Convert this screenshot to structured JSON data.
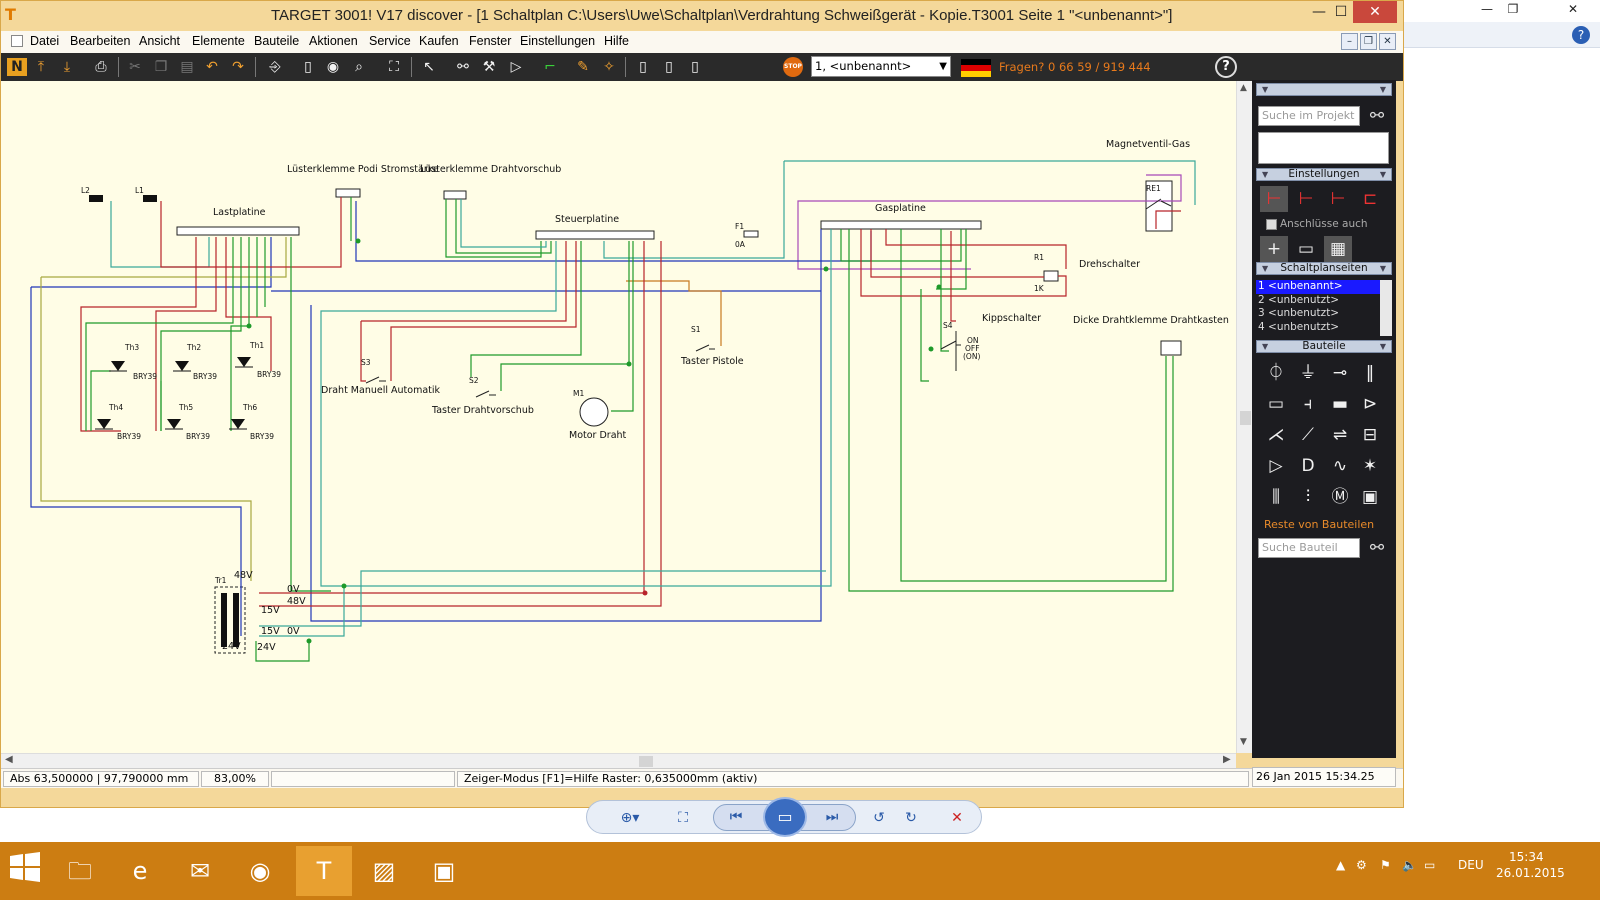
{
  "window": {
    "title": "TARGET 3001! V17 discover - [1 Schaltplan C:\\Users\\Uwe\\Schaltplan\\Verdrahtung Schweißgerät - Kopie.T3001 Seite 1 \"<unbenannt>\"]",
    "minimize": "—",
    "maximize": "☐",
    "close": "✕"
  },
  "menu": [
    "Datei",
    "Bearbeiten",
    "Ansicht",
    "Elemente",
    "Bauteile",
    "Aktionen",
    "Service",
    "Kaufen",
    "Fenster",
    "Einstellungen",
    "Hilfe"
  ],
  "toolbar": {
    "stop_label": "STOP",
    "page_select": "1, <unbenannt>",
    "hotline": "Fragen? 0 66 59 / 919 444",
    "help": "?"
  },
  "schematic": {
    "labels": {
      "magnetventil": "Magnetventil-Gas",
      "luester1": "Lüsterklemme Podi Stromstärke",
      "luester2": "Lüsterklemme Drahtvorschub",
      "lastplatine": "Lastplatine",
      "steuerplatine": "Steuerplatine",
      "gasplatine": "Gasplatine",
      "drehschalter": "Drehschalter",
      "kippschalter": "Kippschalter",
      "dicke_klemme": "Dicke Drahtklemme Drahtkasten",
      "draht_manuell": "Draht Manuell Automatik",
      "taster_draht": "Taster Drahtvorschub",
      "taster_pistole": "Taster Pistole",
      "motor_draht": "Motor Draht"
    },
    "refs": {
      "L2": "L2",
      "L1": "L1",
      "RE1": "RE1",
      "R1": "R1",
      "R1_value": "1K",
      "F1": "F1",
      "F1_val": "0A",
      "S1": "S1",
      "S2": "S2",
      "S3": "S3",
      "S4": "S4",
      "M1": "M1",
      "Tr1": "Tr1",
      "kipp_on": "ON",
      "kipp_off": "OFF",
      "kipp_on2": "(ON)"
    },
    "thyristors": [
      {
        "ref": "Th3",
        "type": "BRY39"
      },
      {
        "ref": "Th2",
        "type": "BRY39"
      },
      {
        "ref": "Th1",
        "type": "BRY39"
      },
      {
        "ref": "Th4",
        "type": "BRY39"
      },
      {
        "ref": "Th5",
        "type": "BRY39"
      },
      {
        "ref": "Th6",
        "type": "BRY39"
      }
    ],
    "transformer": {
      "top": "48V",
      "out1": "0V",
      "out2": "48V",
      "out3": "15V",
      "out4": "15V",
      "out5": "0V",
      "bottom": "24V",
      "out6": "24V"
    }
  },
  "statusbar": {
    "coords": "Abs 63,500000 | 97,790000 mm",
    "zoom": "83,00%",
    "empty": "",
    "mode": "Zeiger-Modus    [F1]=Hilfe    Raster: 0,635000mm (aktiv)",
    "datetime": "26 Jan 2015 15:34.25"
  },
  "panel": {
    "search_project_placeholder": "Suche im Projekt",
    "settings_header": "Einstellungen",
    "connections_also": "Anschlüsse auch",
    "pages_header": "Schaltplanseiten",
    "pages": [
      "1 <unbenannt>",
      "2 <unbenutzt>",
      "3 <unbenutzt>",
      "4 <unbenutzt>"
    ],
    "parts_header": "Bauteile",
    "reste": "Reste von Bauteilen",
    "search_part_placeholder": "Suche Bauteil"
  },
  "taskbar": {
    "language": "DEU",
    "time": "15:34",
    "date": "26.01.2015"
  },
  "colors": {
    "title_bg": "#f4d89a",
    "toolbar_bg": "#2a2a2a",
    "canvas_bg": "#fffde6",
    "wire_red": "#b8242a",
    "wire_green": "#1e9a2a",
    "wire_blue": "#2036b8",
    "wire_purple": "#a84ab8",
    "wire_teal": "#3aa89a",
    "wire_olive": "#a8a840",
    "wire_orange": "#c87a20",
    "taskbar_bg": "#cc7d12"
  }
}
